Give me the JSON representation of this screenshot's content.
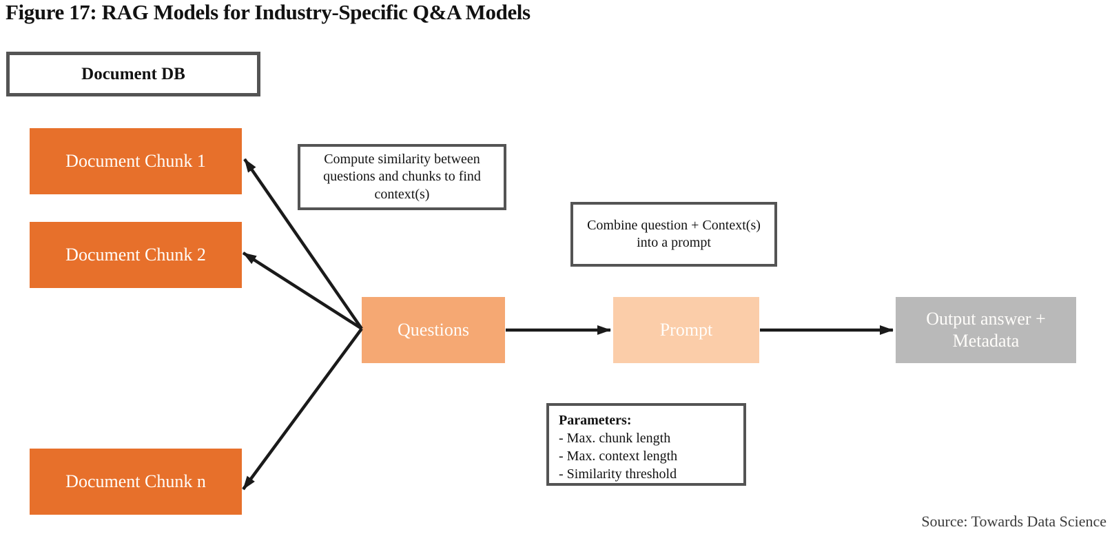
{
  "title": "Figure 17: RAG Models for Industry-Specific Q&A Models",
  "source": "Source: Towards Data Science",
  "nodes": {
    "document_db": "Document DB",
    "chunk_1": "Document Chunk 1",
    "chunk_2": "Document Chunk 2",
    "chunk_n": "Document Chunk n",
    "compute_note": "Compute similarity between questions and chunks to find context(s)",
    "combine_note": "Combine question + Context(s) into a prompt",
    "questions": "Questions",
    "prompt": "Prompt",
    "output": "Output answer + Metadata"
  },
  "parameters": {
    "title": "Parameters:",
    "items": [
      "- Max. chunk length",
      "- Max. context length",
      "- Similarity threshold"
    ]
  },
  "colors": {
    "chunk_orange": "#E7702B",
    "questions_orange": "#F5A873",
    "prompt_orange": "#FBCDA9",
    "output_gray": "#B9B9B9",
    "outline_dark": "#545454",
    "arrow_black": "#1A1A1A"
  }
}
